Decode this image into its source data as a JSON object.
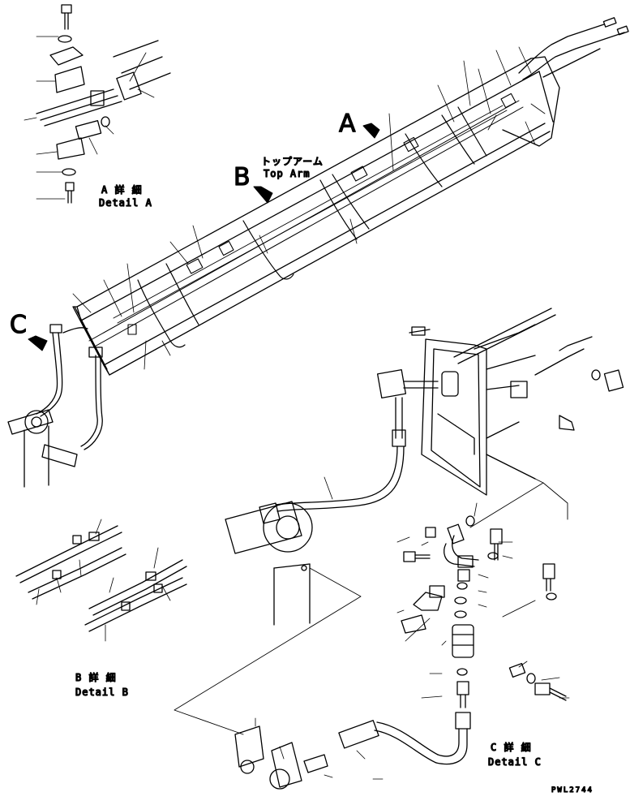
{
  "callouts": {
    "a": "A",
    "b": "B",
    "c": "C"
  },
  "top_arm": {
    "jp": "トップアーム",
    "en": "Top Arm"
  },
  "details": {
    "a_jp": "A 詳 細",
    "a_en": "Detail A",
    "b_jp": "B 詳 細",
    "b_en": "Detail B",
    "c_jp": "C 詳 細",
    "c_en": "Detail C"
  },
  "drawing_code": "PWL2744"
}
